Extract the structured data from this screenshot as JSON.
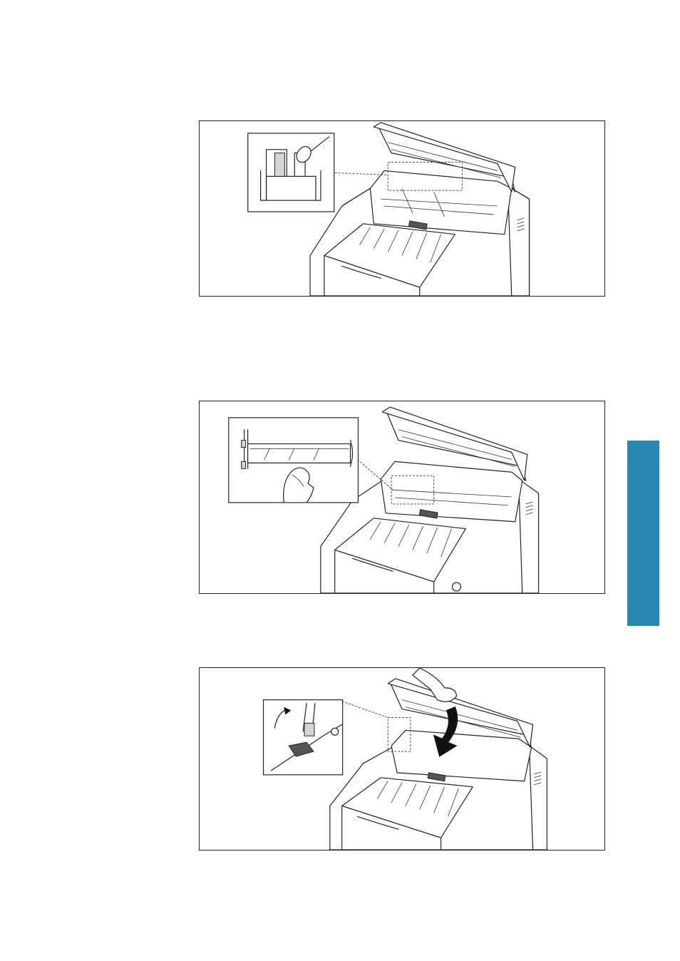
{
  "page": {
    "side_tab_color": "#2a87b3"
  },
  "figures": [
    {
      "id": "fig1",
      "icon": "cotton-swab-cleaning-illustration"
    },
    {
      "id": "fig2",
      "icon": "cloth-wiping-glass-illustration"
    },
    {
      "id": "fig3",
      "icon": "close-cover-arrow-illustration"
    }
  ]
}
